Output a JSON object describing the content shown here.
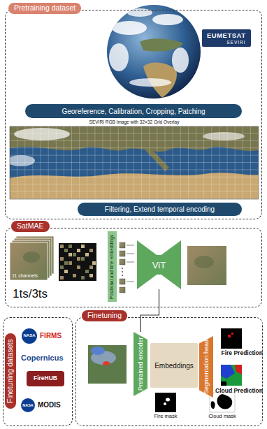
{
  "diagram": {
    "nodes": [
      {
        "text": [
          "Pretraining dataset"
        ]
      },
      {
        "text": [
          "EUMETSAT",
          "SEVIRI"
        ],
        "in": 0
      },
      {
        "text": [
          "Georeference, Calibration, Cropping, Patching"
        ],
        "in": 0
      },
      {
        "text": [
          "Filtering, Extend temporal encoding"
        ],
        "in": 0
      },
      {
        "text": [
          "SatMAE"
        ]
      },
      {
        "text": [
          "Positional and time embeddings"
        ],
        "in": 4
      },
      {
        "text": [
          "ViT"
        ],
        "in": 4
      },
      {
        "text": [
          "Finetuning datasets"
        ]
      },
      {
        "text": [
          "Finetuning"
        ]
      },
      {
        "text": [
          "Pretrained encoder"
        ],
        "in": 8
      },
      {
        "text": [
          "Embeddings"
        ],
        "in": 8
      },
      {
        "text": [
          "Segmentation head"
        ],
        "in": 8
      }
    ],
    "edges": [
      {
        "from": 6,
        "to": 9,
        "arrow": "none"
      }
    ],
    "labels": [
      "SEVIRI RGB Image with 32×32 Grid Overlay",
      "11 channels",
      "1ts/3ts",
      "NASA",
      "FIRMS",
      "Copernicus",
      "FireHUB",
      "NASA",
      "MODIS",
      "Fire Prediction",
      "Cloud Prediction",
      "Fire mask",
      "Cloud mask"
    ]
  }
}
